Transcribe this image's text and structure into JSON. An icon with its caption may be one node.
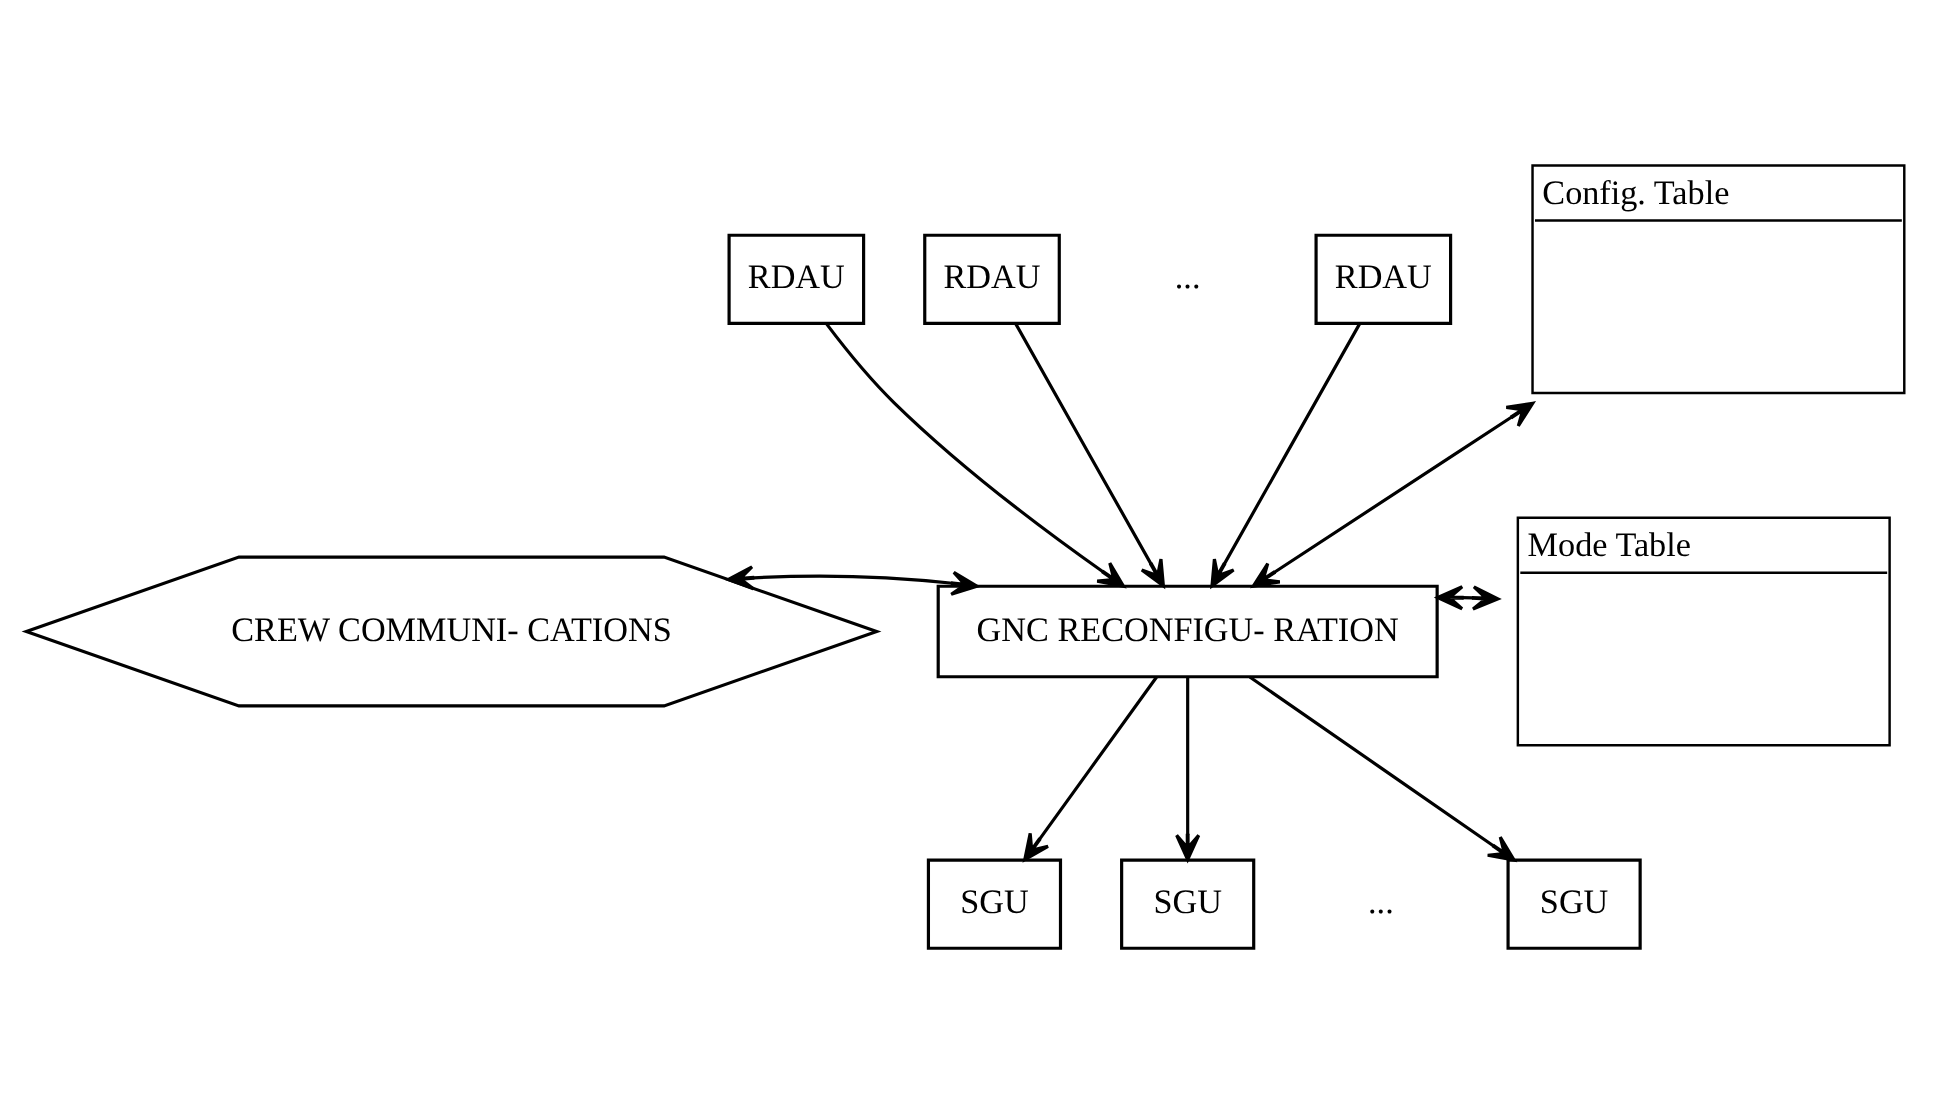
{
  "diagram": {
    "nodes": [
      {
        "text": [
          "RDAU"
        ]
      },
      {
        "text": [
          "RDAU"
        ]
      },
      {
        "text": [
          "RDAU"
        ]
      },
      {
        "text": [
          "CREW COMMUNI- CATIONS"
        ]
      },
      {
        "text": [
          "GNC RECONFIGU- RATION"
        ]
      },
      {
        "text": [
          "Config. Table"
        ]
      },
      {
        "text": [
          "Mode Table"
        ]
      },
      {
        "text": [
          "SGU"
        ]
      },
      {
        "text": [
          "SGU"
        ]
      },
      {
        "text": [
          "SGU"
        ]
      }
    ],
    "edges": [
      {
        "from": 0,
        "to": 4,
        "arrow": "to"
      },
      {
        "from": 1,
        "to": 4,
        "arrow": "to"
      },
      {
        "from": 2,
        "to": 4,
        "arrow": "to"
      },
      {
        "from": 3,
        "to": 4,
        "arrow": "both"
      },
      {
        "from": 4,
        "to": 5,
        "arrow": "both"
      },
      {
        "from": 4,
        "to": 6,
        "arrow": "both"
      },
      {
        "from": 4,
        "to": 7,
        "arrow": "to"
      },
      {
        "from": 4,
        "to": 8,
        "arrow": "to"
      },
      {
        "from": 4,
        "to": 9,
        "arrow": "to"
      }
    ],
    "labels": [
      "...",
      "..."
    ]
  }
}
